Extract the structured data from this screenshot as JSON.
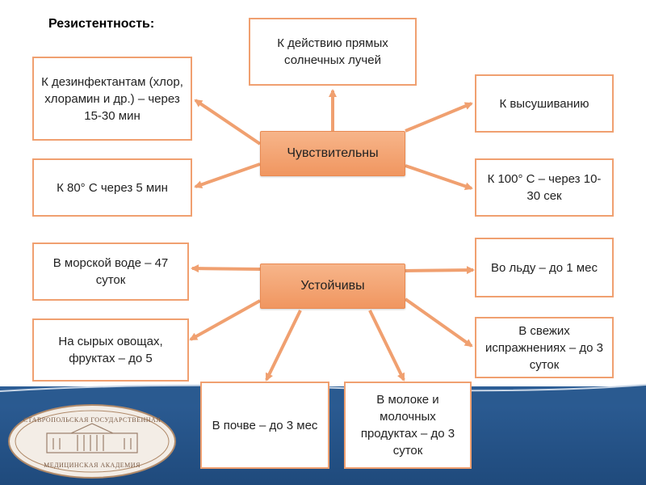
{
  "title": "Резистентность:",
  "hubs": {
    "sensitive": "Чувствительны",
    "resistant": "Устойчивы"
  },
  "sensitive_items": {
    "sunlight": "К действию прямых солнечных лучей",
    "disinfectants": "К дезинфектантам (хлор, хлорамин и др.) – через 15-30 мин",
    "drying": "К высушиванию",
    "heat80": "К 80° С через 5 мин",
    "heat100": "К 100° С – через 10-30 сек"
  },
  "resistant_items": {
    "sea_water": "В морской воде – 47 суток",
    "ice": "Во льду – до 1 мес",
    "vegetables": "На сырых овощах, фруктах – до 5",
    "feces": "В свежих испражнениях – до 3 суток",
    "soil": "В почве – до 3 мес",
    "milk": "В молоке и молочных продуктах – до 3 суток"
  },
  "logo": {
    "top_text": "СТАВРОПОЛЬСКАЯ ГОСУДАРСТВЕННАЯ",
    "bottom_text": "МЕДИЦИНСКАЯ АКАДЕМИЯ"
  },
  "colors": {
    "arrow": "#f0a070",
    "hub_fill": "#f5a878",
    "box_border": "#f0a070",
    "footer": "#2a5a90"
  }
}
